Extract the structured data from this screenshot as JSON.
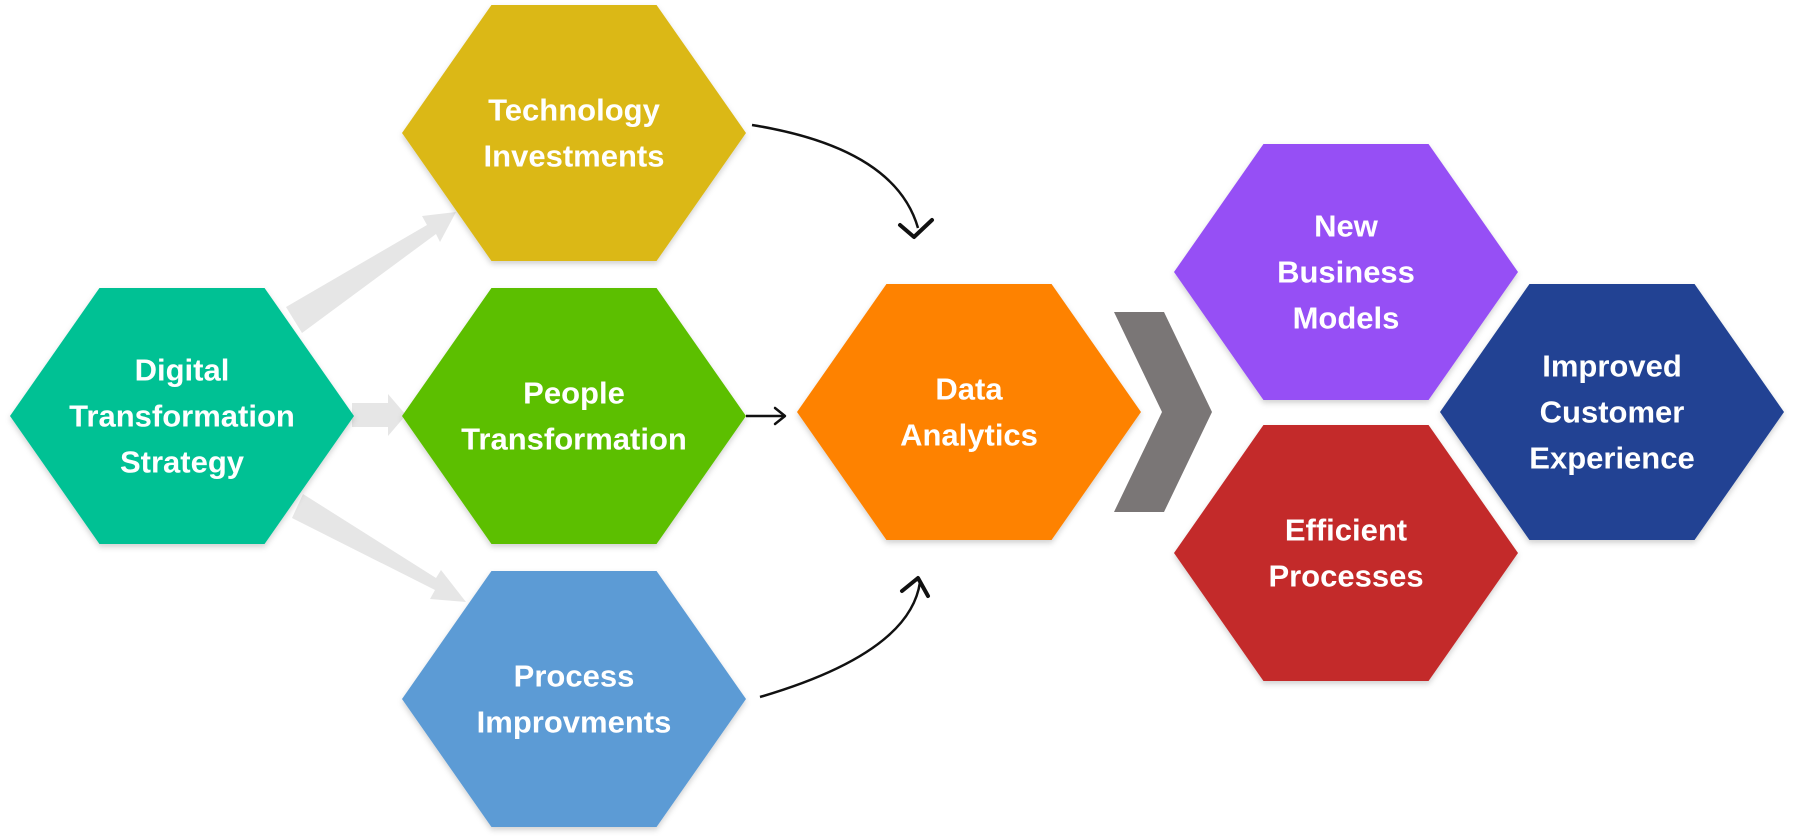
{
  "nodes": [
    {
      "id": "digital",
      "name": "hex-digital-transformation-strategy",
      "lines": [
        "Digital",
        "Transformation",
        "Strategy"
      ],
      "color": "#06C194"
    },
    {
      "id": "tech",
      "name": "hex-technology-investments",
      "lines": [
        "Technology",
        "Investments"
      ],
      "color": "#DBB816"
    },
    {
      "id": "people",
      "name": "hex-people-transformation",
      "lines": [
        "People",
        "Transformation"
      ],
      "color": "#5BBF00"
    },
    {
      "id": "process",
      "name": "hex-process-improvments",
      "lines": [
        "Process",
        "Improvments"
      ],
      "color": "#5B9BD5"
    },
    {
      "id": "data",
      "name": "hex-data-analytics",
      "lines": [
        "Data",
        "Analytics"
      ],
      "color": "#FE8200"
    },
    {
      "id": "business",
      "name": "hex-new-business-models",
      "lines": [
        "New",
        "Business",
        "Models"
      ],
      "color": "#9650F5"
    },
    {
      "id": "efficient",
      "name": "hex-efficient-processes",
      "lines": [
        "Efficient",
        "Processes"
      ],
      "color": "#C32A2A"
    },
    {
      "id": "customer",
      "name": "hex-improved-customer-experience",
      "lines": [
        "Improved",
        "Customer",
        "Experience"
      ],
      "color": "#214393"
    }
  ],
  "edges": [
    {
      "from": "digital",
      "to": "tech",
      "style": "wide-arrow",
      "color": "#E6E6E6"
    },
    {
      "from": "digital",
      "to": "people",
      "style": "wide-arrow",
      "color": "#E6E6E6"
    },
    {
      "from": "digital",
      "to": "process",
      "style": "wide-arrow",
      "color": "#E6E6E6"
    },
    {
      "from": "tech",
      "to": "data",
      "style": "curved-arrow",
      "color": "#111111"
    },
    {
      "from": "people",
      "to": "data",
      "style": "straight-arrow",
      "color": "#111111"
    },
    {
      "from": "process",
      "to": "data",
      "style": "curved-arrow",
      "color": "#111111"
    },
    {
      "from": "data",
      "to": "outcomes",
      "style": "chevron",
      "color": "#7A7676"
    }
  ]
}
